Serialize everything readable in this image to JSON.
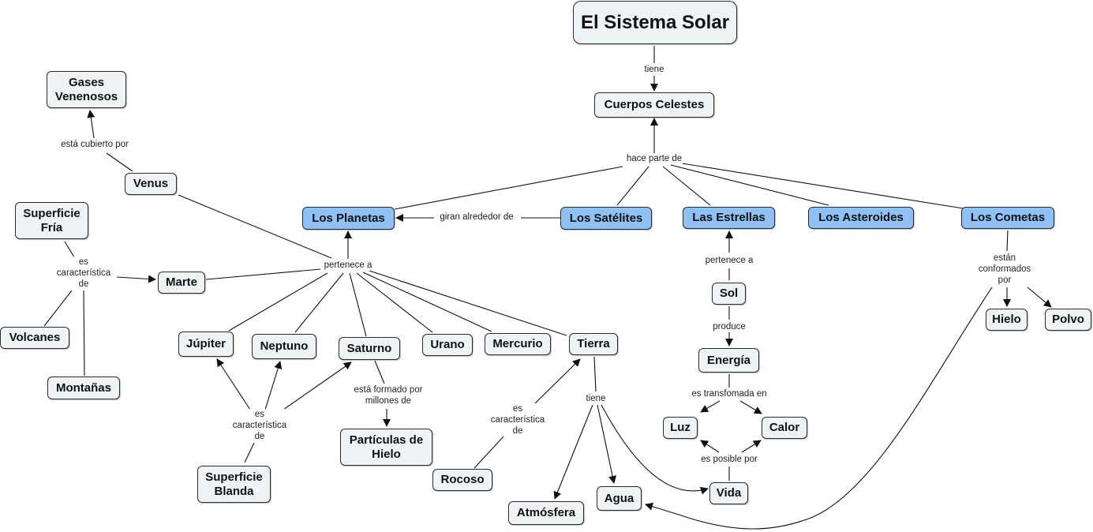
{
  "title": "El Sistema Solar",
  "nodes": {
    "sistema_solar": "El Sistema Solar",
    "cuerpos_celestes": "Cuerpos Celestes",
    "planetas": "Los Planetas",
    "satelites": "Los Satélites",
    "estrellas": "Las Estrellas",
    "asteroides": "Los Asteroides",
    "cometas": "Los Cometas",
    "gases_venenosos": "Gases\nVenenosos",
    "venus": "Venus",
    "superficie_fria": "Superficie\nFría",
    "marte": "Marte",
    "volcanes": "Volcanes",
    "montanas": "Montañas",
    "jupiter": "Júpiter",
    "neptuno": "Neptuno",
    "saturno": "Saturno",
    "urano": "Urano",
    "mercurio": "Mercurio",
    "tierra": "Tierra",
    "superficie_blanda": "Superficie\nBlanda",
    "particulas_hielo": "Partículas de\nHielo",
    "rocoso": "Rocoso",
    "atmosfera": "Atmósfera",
    "agua": "Agua",
    "vida": "Vida",
    "sol": "Sol",
    "energia": "Energía",
    "luz": "Luz",
    "calor": "Calor",
    "hielo": "Hielo",
    "polvo": "Polvo"
  },
  "links": {
    "tiene_top": "tiene",
    "hace_parte_de": "hace parte de",
    "giran_alrededor_de": "giran alrededor de",
    "esta_cubierto_por": "está cubierto por",
    "es_caracteristica_marte": "es\ncaracterística\nde",
    "pertenece_a_planetas": "pertenece a",
    "es_caracteristica_blanda": "es\ncaracterística\nde",
    "esta_formado_por": "está formado por\nmillones de",
    "es_caracteristica_tierra": "es\ncaracterística\nde",
    "tiene_tierra": "tiene",
    "pertenece_a_sol": "pertenece a",
    "produce": "produce",
    "es_transformada_en": "es transfomada en",
    "es_posible_por": "es posible por",
    "estan_conformados_por": "están\nconformados\npor"
  },
  "colors": {
    "node_fill": "#eef4f6",
    "node_highlight_fill": "#8ec2f7",
    "line": "#111111"
  }
}
